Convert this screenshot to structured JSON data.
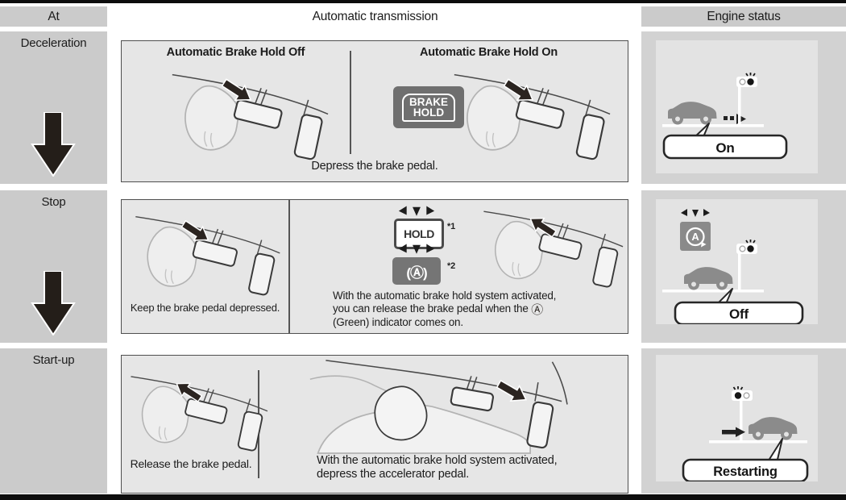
{
  "header": {
    "at": "At",
    "transmission": "Automatic transmission",
    "engine_status": "Engine status"
  },
  "rows": [
    {
      "stage": "Deceleration",
      "sub_off_title": "Automatic Brake Hold Off",
      "sub_on_title": "Automatic Brake Hold On",
      "brake_hold_switch": {
        "line1": "BRAKE",
        "line2": "HOLD"
      },
      "caption": "Depress the brake pedal.",
      "engine": {
        "label": "On"
      }
    },
    {
      "stage": "Stop",
      "caption_left": "Keep the brake pedal depressed.",
      "hold_indicator": {
        "label": "HOLD",
        "ref": "*1"
      },
      "brake_hold_indicator": {
        "label": "(Ⓐ)",
        "ref": "*2"
      },
      "caption_right_line1": "With the automatic brake hold system activated,",
      "caption_right_line2": "you can release the brake pedal when the",
      "caption_right_symbol": "Ⓐ",
      "caption_right_line3": "(Green) indicator comes on.",
      "engine": {
        "label": "Off",
        "icon_letter": "A"
      }
    },
    {
      "stage": "Start-up",
      "caption_left": "Release the brake pedal.",
      "caption_right_line1": "With the automatic brake hold system activated,",
      "caption_right_line2": "depress the accelerator pedal.",
      "engine": {
        "label": "Restarting"
      }
    }
  ],
  "colors": {
    "cell_gray": "#cbcbcb",
    "panel_gray": "#e6e6e6",
    "engine_cell_gray": "#d2d2d2",
    "engine_inner_gray": "#e3e3e3",
    "switch_gray": "#6f6f6f",
    "arrow_black": "#241e19"
  }
}
